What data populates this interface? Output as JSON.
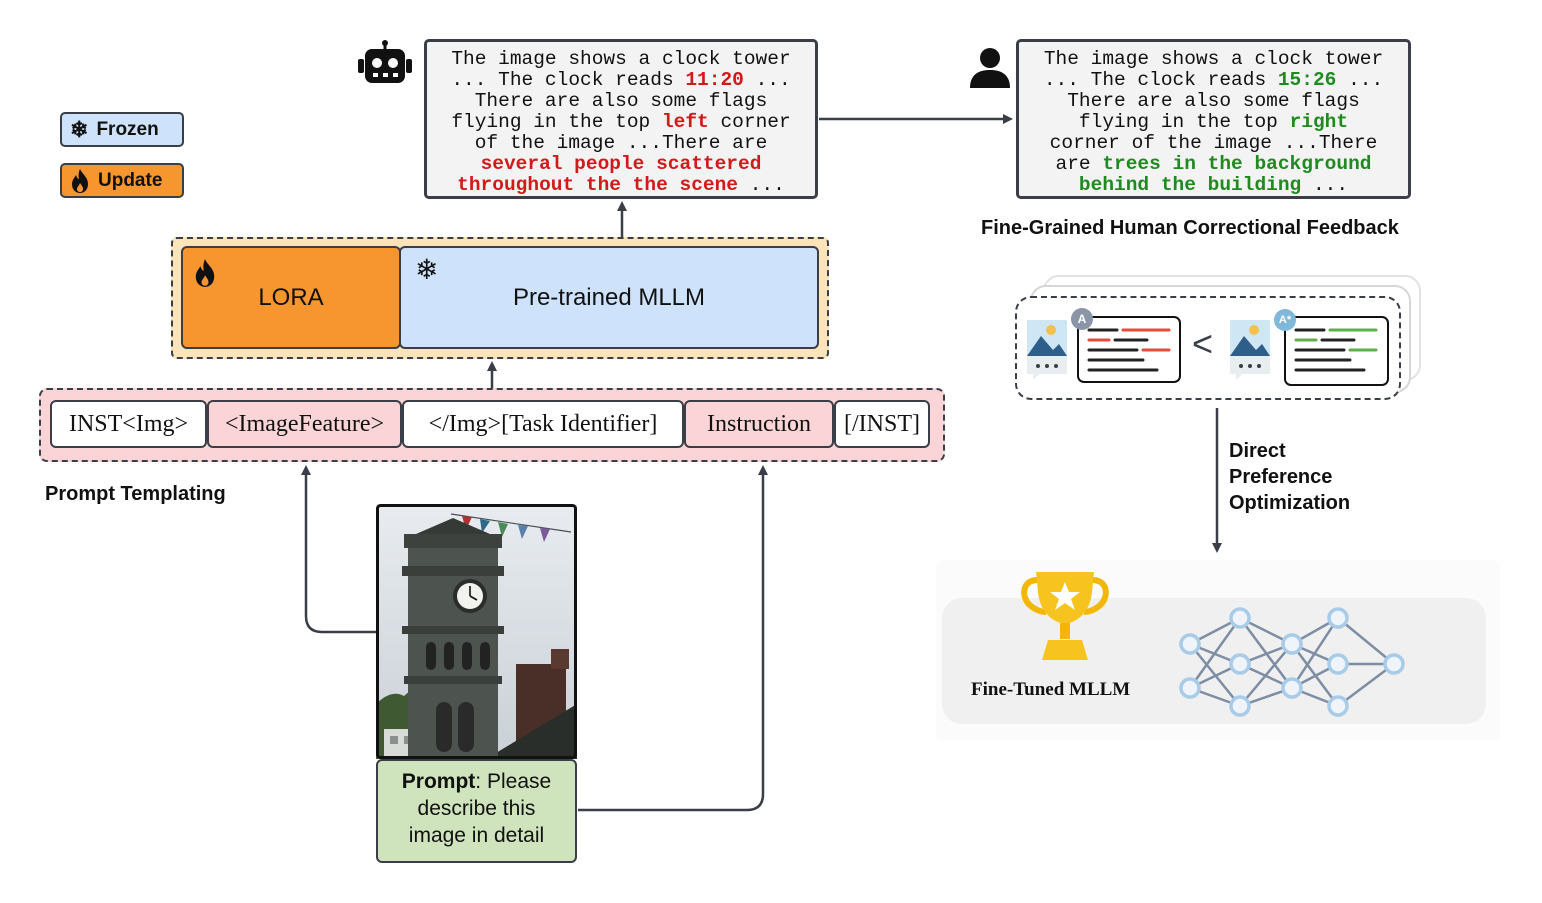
{
  "legend": {
    "frozen": "Frozen",
    "update": "Update",
    "frozen_color": "#cfe2fb",
    "update_color": "#f7962f"
  },
  "model": {
    "lora": "LORA",
    "mllm": "Pre-trained MLLM"
  },
  "prompt_template": {
    "title": "Prompt Templating",
    "tokens": [
      "INST<Img>",
      "<ImageFeature>",
      "</Img>[Task Identifier]",
      "Instruction",
      "[/INST]"
    ]
  },
  "prompt": {
    "bold": "Prompt",
    "line1": ": Please",
    "line2": "describe this",
    "line3": "image in detail"
  },
  "model_output": {
    "line1": "The image shows a clock tower",
    "line2_a": "... The clock reads ",
    "line2_err": "11:20",
    "line2_b": " ...",
    "line3": "There are also some flags",
    "line4_a": "flying in the top ",
    "line4_err": "left",
    "line4_b": " corner",
    "line5": "of the image ...There are",
    "line6_err": "several people scattered",
    "line7_err": "throughout the the scene",
    "line7_b": " ..."
  },
  "human_output": {
    "line1": "The image shows a clock tower",
    "line2_a": "... The clock reads ",
    "line2_fix": "15:26",
    "line2_b": " ...",
    "line3": "There are also some flags",
    "line4_a": "flying in the top ",
    "line4_fix": "right",
    "line5": "corner of the image ...There",
    "line6_a": "are ",
    "line6_fix": "trees in the background",
    "line7_fix": "behind the building",
    "line7_b": " ..."
  },
  "feedback_title": "Fine-Grained Human Correctional Feedback",
  "preference": {
    "badge_a": "A",
    "badge_a_star": "A*",
    "compare": "<",
    "dots": "..."
  },
  "dpo": {
    "line1": "Direct",
    "line2": "Preference",
    "line3": "Optimization"
  },
  "finetuned_label": "Fine-Tuned MLLM",
  "colors": {
    "error_red": "#d11a1a",
    "fix_green": "#1f8a1f",
    "prompt_bg": "#cfe3bd",
    "token_pink": "#fad4d6"
  }
}
